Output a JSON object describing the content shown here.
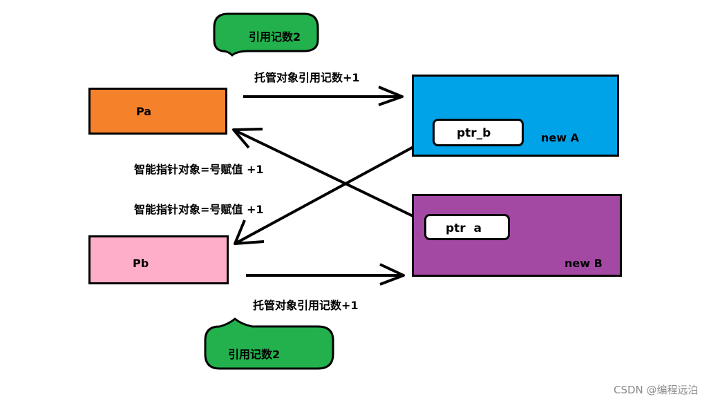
{
  "colors": {
    "pa": "#f5822b",
    "pb": "#ffaec9",
    "new_a": "#00a2e8",
    "new_b": "#a349a4",
    "bubble": "#22b14c"
  },
  "boxes": {
    "pa": "Pa",
    "pb": "Pb",
    "new_a": "new A",
    "new_b": "new B",
    "ptr_b": "ptr_b",
    "ptr_a": "ptr  a"
  },
  "bubbles": {
    "top": "引用记数2",
    "bottom": "引用记数2"
  },
  "labels": {
    "top_arrow": "托管对象引用记数+1",
    "bottom_arrow": "托管对象引用记数+1",
    "assign_1": "智能指针对象=号赋值  +1",
    "assign_2": "智能指针对象=号赋值  +1"
  },
  "watermark": "CSDN @编程远泊"
}
